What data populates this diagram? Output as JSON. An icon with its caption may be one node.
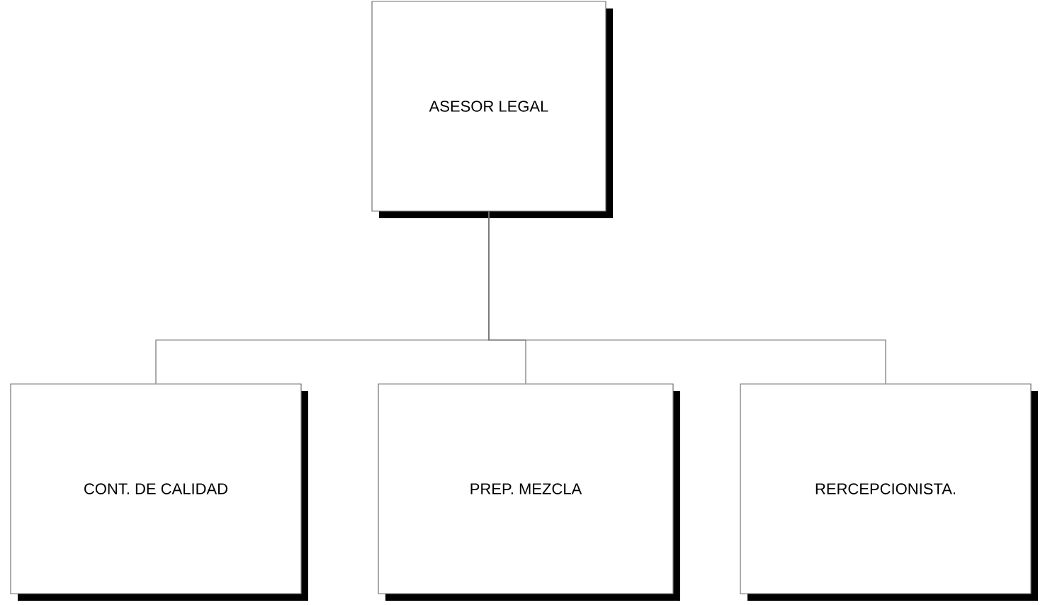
{
  "diagram": {
    "nodes": [
      {
        "text": [
          "ASESOR LEGAL"
        ]
      },
      {
        "text": [
          "CONT. DE CALIDAD"
        ]
      },
      {
        "text": [
          "PREP. MEZCLA"
        ]
      },
      {
        "text": [
          "RERCEPCIONISTA."
        ]
      }
    ],
    "edges": [
      {
        "from": 0,
        "to": 1,
        "arrow": "none"
      },
      {
        "from": 0,
        "to": 2,
        "arrow": "none"
      },
      {
        "from": 0,
        "to": 3,
        "arrow": "none"
      }
    ]
  }
}
